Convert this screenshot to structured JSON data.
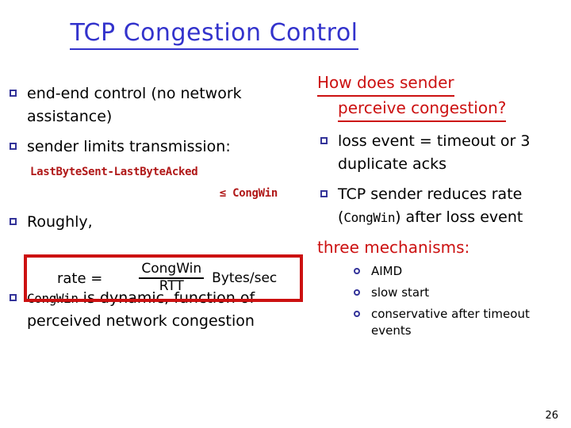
{
  "slide": {
    "title": "TCP Congestion Control",
    "page_number": "26",
    "colors": {
      "title_blue": "#3333cc",
      "heading_red": "#cc1111",
      "code_red": "#b01818",
      "bullet_navy": "#333399",
      "box_border_red": "#cc1111",
      "body_black": "#000000",
      "background": "#ffffff"
    }
  },
  "left_column": {
    "bullets": [
      {
        "text": "end-end control (no network assistance)"
      },
      {
        "text": "sender limits transmission:"
      },
      {
        "text": "Roughly,"
      },
      {
        "prefix_code": "CongWin",
        "text": " is dynamic, function of perceived network congestion"
      }
    ],
    "equation_line1": "LastByteSent-LastByteAcked",
    "equation_line2": "≤ CongWin",
    "rate_box": {
      "lhs": "rate =",
      "numerator": "CongWin",
      "denominator": "RTT",
      "units": "Bytes/sec"
    }
  },
  "right_column": {
    "heading": {
      "line1": "How does  sender",
      "line2": "perceive congestion?"
    },
    "bullets": [
      {
        "text": "loss event = timeout or 3 duplicate acks"
      },
      {
        "text_before": "TCP sender reduces rate (",
        "code": "CongWin",
        "text_after": ") after loss event"
      }
    ],
    "mechanisms_heading": "three mechanisms:",
    "mechanisms": [
      {
        "label": "AIMD"
      },
      {
        "label": "slow start"
      },
      {
        "label": "conservative after timeout events"
      }
    ]
  }
}
